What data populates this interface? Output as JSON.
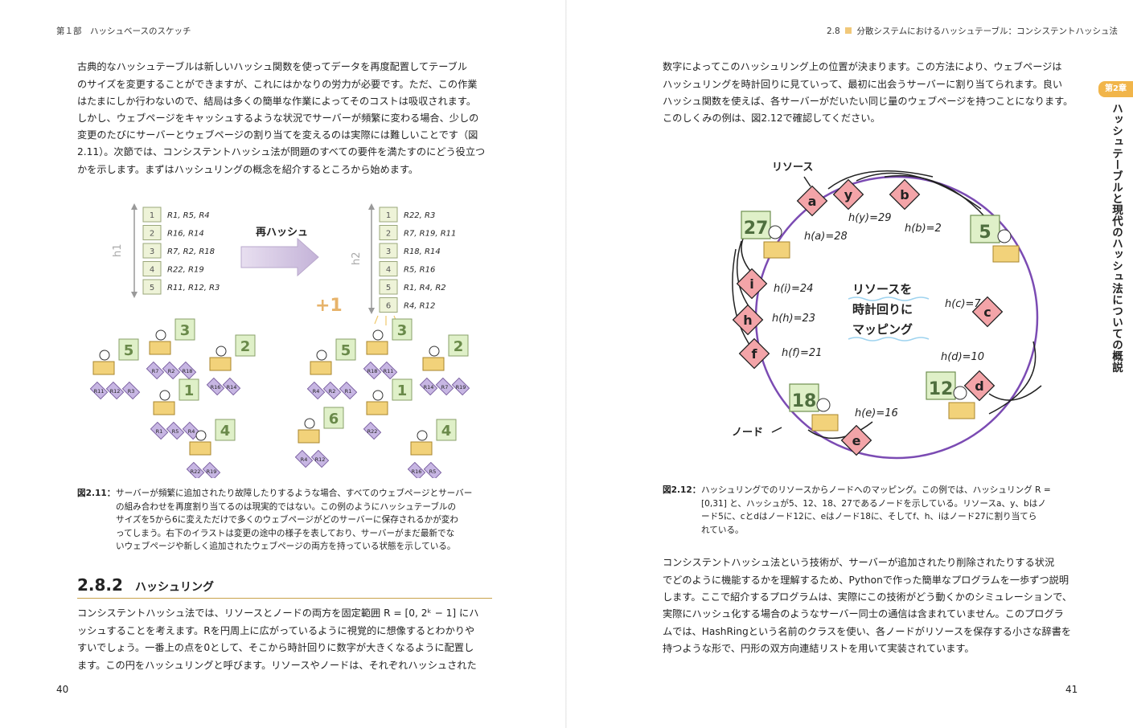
{
  "left_page": {
    "running_head": "第１部　ハッシュベースのスケッチ",
    "intro_paragraph": [
      "古典的なハッシュテーブルは新しいハッシュ関数を使ってデータを再度配置してテーブル",
      "のサイズを変更することができますが、これにはかなりの労力が必要です。ただ、この作業",
      "はたまにしか行わないので、結局は多くの簡単な作業によってそのコストは吸収されます。",
      "しかし、ウェブページをキャッシュするような状況でサーバーが頻繁に変わる場合、少しの",
      "変更のたびにサーバーとウェブページの割り当てを変えるのは実際には難しいことです（図",
      "2.11）。次節では、コンシステントハッシュ法が問題のすべての要件を満たすのにどう役立つ",
      "かを示します。まずはハッシュリングの概念を紹介するところから始めます。"
    ],
    "figure": {
      "arrow_label": "再ハッシュ",
      "plus_one": "+1",
      "h1_label": "h1",
      "h2_label": "h2",
      "h1_rows": [
        {
          "num": "1",
          "text": "R1, R5, R4"
        },
        {
          "num": "2",
          "text": "R16, R14"
        },
        {
          "num": "3",
          "text": "R7, R2, R18"
        },
        {
          "num": "4",
          "text": "R22, R19"
        },
        {
          "num": "5",
          "text": "R11, R12, R3"
        }
      ],
      "h2_rows": [
        {
          "num": "1",
          "text": "R22, R3"
        },
        {
          "num": "2",
          "text": "R7, R19, R11"
        },
        {
          "num": "3",
          "text": "R18, R14"
        },
        {
          "num": "4",
          "text": "R5, R16"
        },
        {
          "num": "5",
          "text": "R1, R4, R2"
        },
        {
          "num": "6",
          "text": "R4, R12"
        }
      ],
      "servers_before": [
        {
          "num": "5",
          "tags": [
            "R11",
            "R12",
            "R3"
          ]
        },
        {
          "num": "3",
          "tags": [
            "R7",
            "R2",
            "R18"
          ]
        },
        {
          "num": "2",
          "tags": [
            "R16",
            "R14"
          ]
        },
        {
          "num": "1",
          "tags": [
            "R1",
            "R5",
            "R4"
          ]
        },
        {
          "num": "4",
          "tags": [
            "R22",
            "R19"
          ]
        }
      ],
      "servers_after": [
        {
          "num": "5",
          "tags": [
            "R4",
            "R2",
            "R1"
          ]
        },
        {
          "num": "3",
          "tags": [
            "R18",
            "R11"
          ]
        },
        {
          "num": "2",
          "tags": [
            "R14",
            "R7",
            "R19"
          ]
        },
        {
          "num": "1",
          "tags": [
            "R22"
          ]
        },
        {
          "num": "6",
          "tags": [
            "R4",
            "R12"
          ]
        },
        {
          "num": "4",
          "tags": [
            "R16",
            "R5"
          ]
        }
      ]
    },
    "caption": {
      "label": "図2.11：",
      "lines": [
        "サーバーが頻繁に追加されたり故障したりするような場合、すべてのウェブページとサーバー",
        "の組み合わせを再度割り当てるのは現実的ではない。この例のようにハッシュテーブルの",
        "サイズを5から6に変えただけで多くのウェブページがどのサーバーに保存されるかが変わ",
        "ってしまう。右下のイラストは変更の途中の様子を表しており、サーバーがまだ最新でな",
        "いウェブページや新しく追加されたウェブページの両方を持っている状態を示している。"
      ]
    },
    "section": {
      "number": "2.8.2",
      "title": "ハッシュリング"
    },
    "body_paragraph": [
      "コンシステントハッシュ法では、リソースとノードの両方を固定範囲 R = [0, 2ᵏ − 1] にハ",
      "ッシュすることを考えます。Rを円周上に広がっているように視覚的に想像するとわかりや",
      "すいでしょう。一番上の点を0として、そこから時計回りに数字が大きくなるように配置し",
      "ます。この円をハッシュリングと呼びます。リソースやノードは、それぞれハッシュされた"
    ],
    "page_number": "40"
  },
  "right_page": {
    "running_head_num": "2.8",
    "running_head": "分散システムにおけるハッシュテーブル：コンシステントハッシュ法",
    "chapter_tab": "第2章",
    "chapter_title": "ハッシュテーブルと現代のハッシュ法についての概説",
    "top_paragraph": [
      "数字によってこのハッシュリング上の位置が決まります。この方法により、ウェブページは",
      "ハッシュリングを時計回りに見ていって、最初に出会うサーバーに割り当てられます。良い",
      "ハッシュ関数を使えば、各サーバーがだいたい同じ量のウェブページを持つことになります。",
      "このしくみの例は、図2.12で確認してください。"
    ],
    "figure": {
      "label_resource": "リソース",
      "label_node": "ノード",
      "center_text": [
        "リソースを",
        "時計回りに",
        "マッピング"
      ],
      "resources": [
        {
          "id": "a",
          "hash": "h(a)=28"
        },
        {
          "id": "y",
          "hash": "h(y)=29"
        },
        {
          "id": "b",
          "hash": "h(b)=2"
        },
        {
          "id": "c",
          "hash": "h(c)=7"
        },
        {
          "id": "d",
          "hash": "h(d)=10"
        },
        {
          "id": "e",
          "hash": "h(e)=16"
        },
        {
          "id": "f",
          "hash": "h(f)=21"
        },
        {
          "id": "h",
          "hash": "h(h)=23"
        },
        {
          "id": "i",
          "hash": "h(i)=24"
        }
      ],
      "nodes": [
        "27",
        "5",
        "12",
        "18"
      ]
    },
    "caption": {
      "label": "図2.12：",
      "lines": [
        "ハッシュリングでのリソースからノードへのマッピング。この例では、ハッシュリング R =",
        "[0,31] と、ハッシュが5、12、18、27であるノードを示している。リソースa、y、bはノ",
        "ード5に、cとdはノード12に、eはノード18に、そしてf、h、iはノード27に割り当てら",
        "れている。"
      ]
    },
    "bottom_paragraph": [
      "コンシステントハッシュ法という技術が、サーバーが追加されたり削除されたりする状況",
      "でどのように機能するかを理解するため、Pythonで作った簡単なプログラムを一歩ずつ説明",
      "します。ここで紹介するプログラムは、実際にこの技術がどう動くかのシミュレーションで、",
      "実際にハッシュ化する場合のようなサーバー同士の通信は含まれていません。このプログラ",
      "ムでは、HashRingという名前のクラスを使い、各ノードがリソースを保存する小さな辞書を",
      "持つような形で、円形の双方向連結リストを用いて実装されています。"
    ],
    "page_number": "41"
  }
}
